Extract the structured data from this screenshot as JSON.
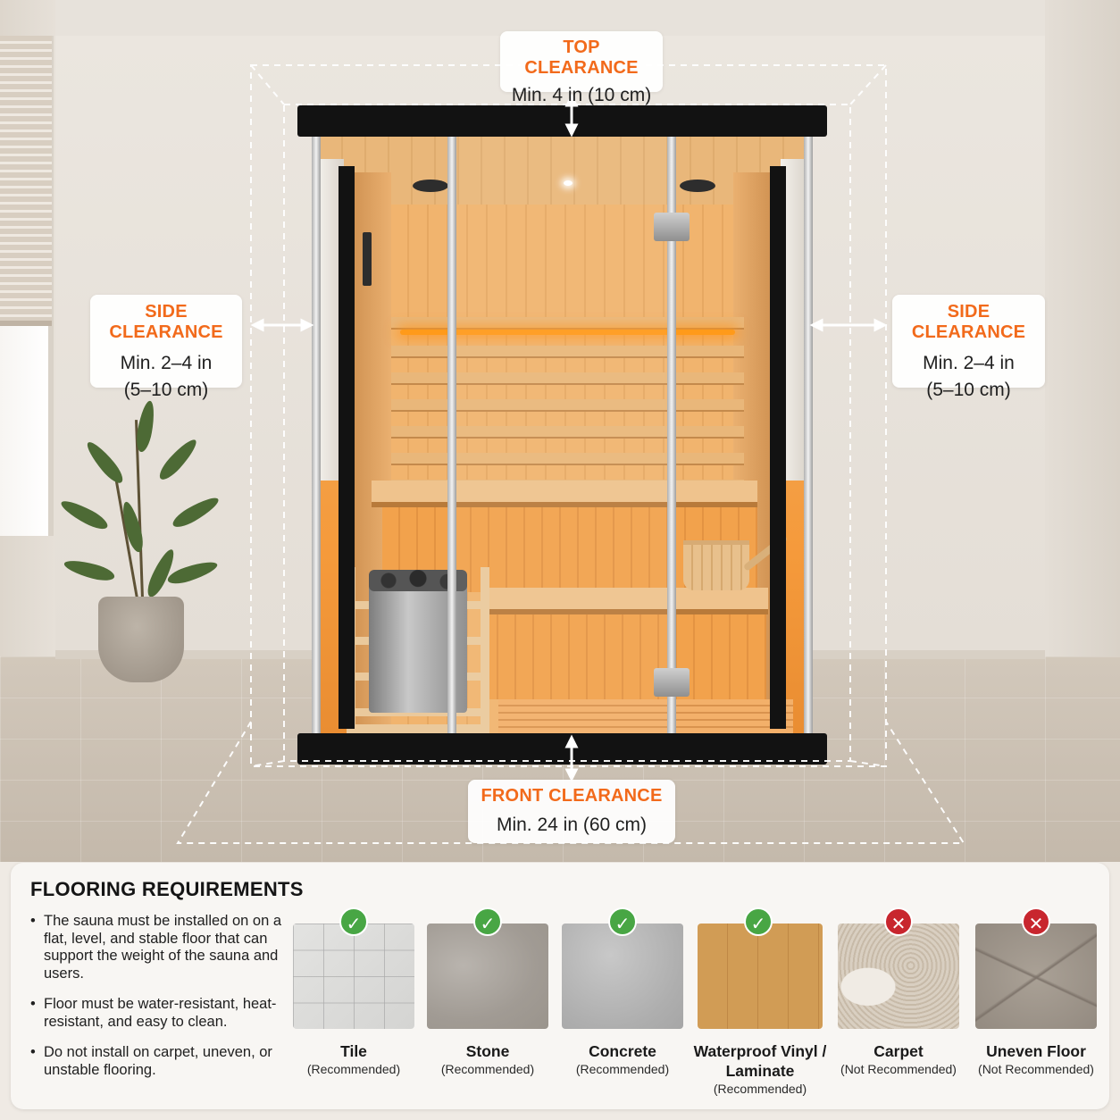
{
  "clearances": {
    "top": {
      "title": "TOP CLEARANCE",
      "value": "Min. 4 in (10 cm)"
    },
    "side_left": {
      "title": "SIDE CLEARANCE",
      "value_line1": "Min. 2–4 in",
      "value_line2": "(5–10 cm)"
    },
    "side_right": {
      "title": "SIDE CLEARANCE",
      "value_line1": "Min. 2–4 in",
      "value_line2": "(5–10 cm)"
    },
    "front": {
      "title": "FRONT CLEARANCE",
      "value": "Min. 24 in (60 cm)"
    }
  },
  "flooring": {
    "title": "FLOORING REQUIREMENTS",
    "requirements": [
      "The sauna must be installed on on a flat, level, and stable floor that can support the weight of the sauna and users.",
      "Floor must be water-resistant, heat-resistant, and easy to clean.",
      "Do not install on carpet, uneven, or unstable flooring."
    ],
    "types": [
      {
        "name": "Tile",
        "note": "(Recommended)",
        "status": "recommended",
        "icon": "check-icon"
      },
      {
        "name": "Stone",
        "note": "(Recommended)",
        "status": "recommended",
        "icon": "check-icon"
      },
      {
        "name": "Concrete",
        "note": "(Recommended)",
        "status": "recommended",
        "icon": "check-icon"
      },
      {
        "name": "Waterproof Vinyl / Laminate",
        "note": "(Recommended)",
        "status": "recommended",
        "icon": "check-icon"
      },
      {
        "name": "Carpet",
        "note": "(Not Recommended)",
        "status": "not-recommended",
        "icon": "x-icon"
      },
      {
        "name": "Uneven Floor",
        "note": "(Not Recommended)",
        "status": "not-recommended",
        "icon": "x-icon"
      }
    ]
  },
  "colors": {
    "accent": "#f26a1b",
    "recommended": "#48a644",
    "not_recommended": "#c8262e"
  }
}
